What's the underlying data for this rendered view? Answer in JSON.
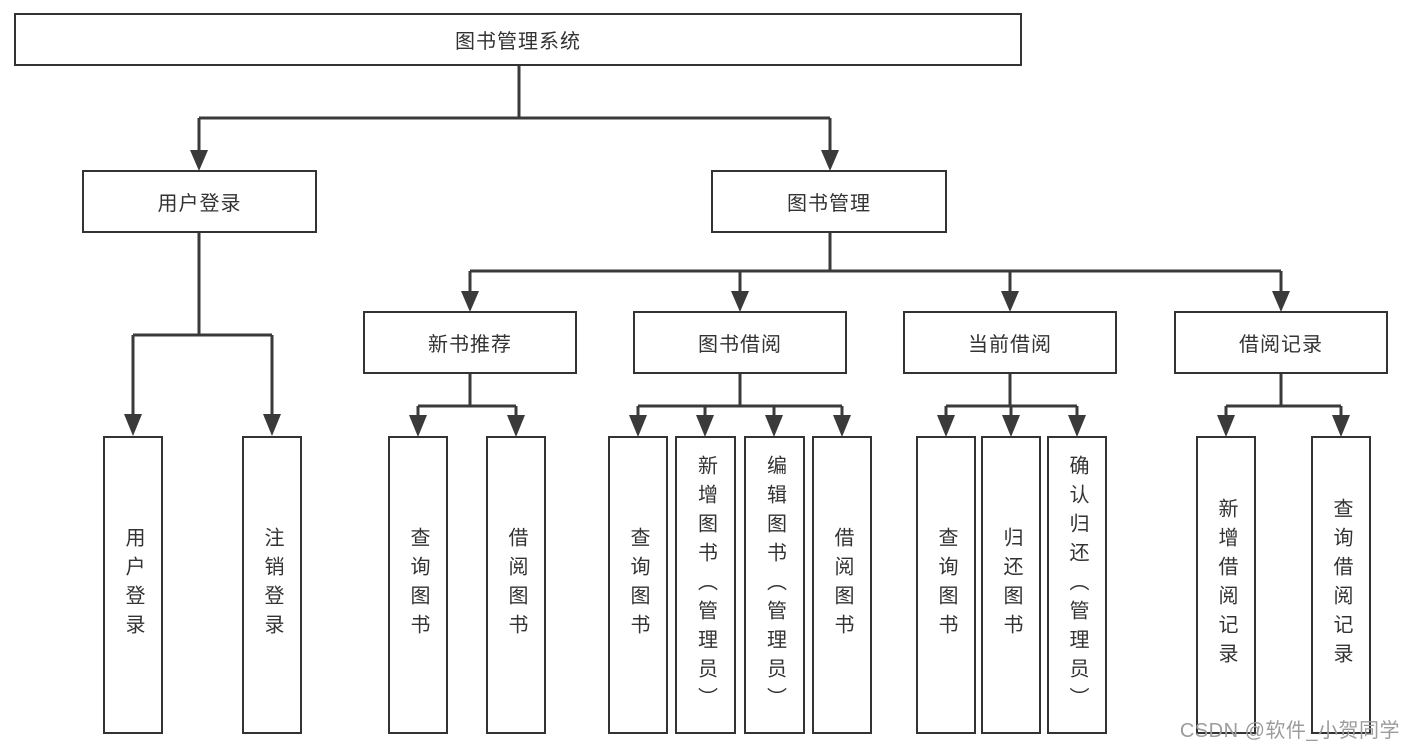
{
  "title": "图书管理系统",
  "level2": [
    "用户登录",
    "图书管理"
  ],
  "level3": [
    "新书推荐",
    "图书借阅",
    "当前借阅",
    "借阅记录"
  ],
  "leaves": {
    "login": [
      "用户登录",
      "注销登录"
    ],
    "recommend": [
      "查询图书",
      "借阅图书"
    ],
    "borrow": [
      "查询图书",
      "新增图书（管理员）",
      "编辑图书（管理员）",
      "借阅图书"
    ],
    "current": [
      "查询图书",
      "归还图书",
      "确认归还（管理员）"
    ],
    "records": [
      "新增借阅记录",
      "查询借阅记录"
    ]
  },
  "watermark": "CSDN @软件_小贺同学",
  "colors": {
    "line": "#3a3a3a",
    "box_border": "#333333",
    "text": "#333333",
    "background": "#ffffff",
    "watermark": "#9c9c9c"
  }
}
